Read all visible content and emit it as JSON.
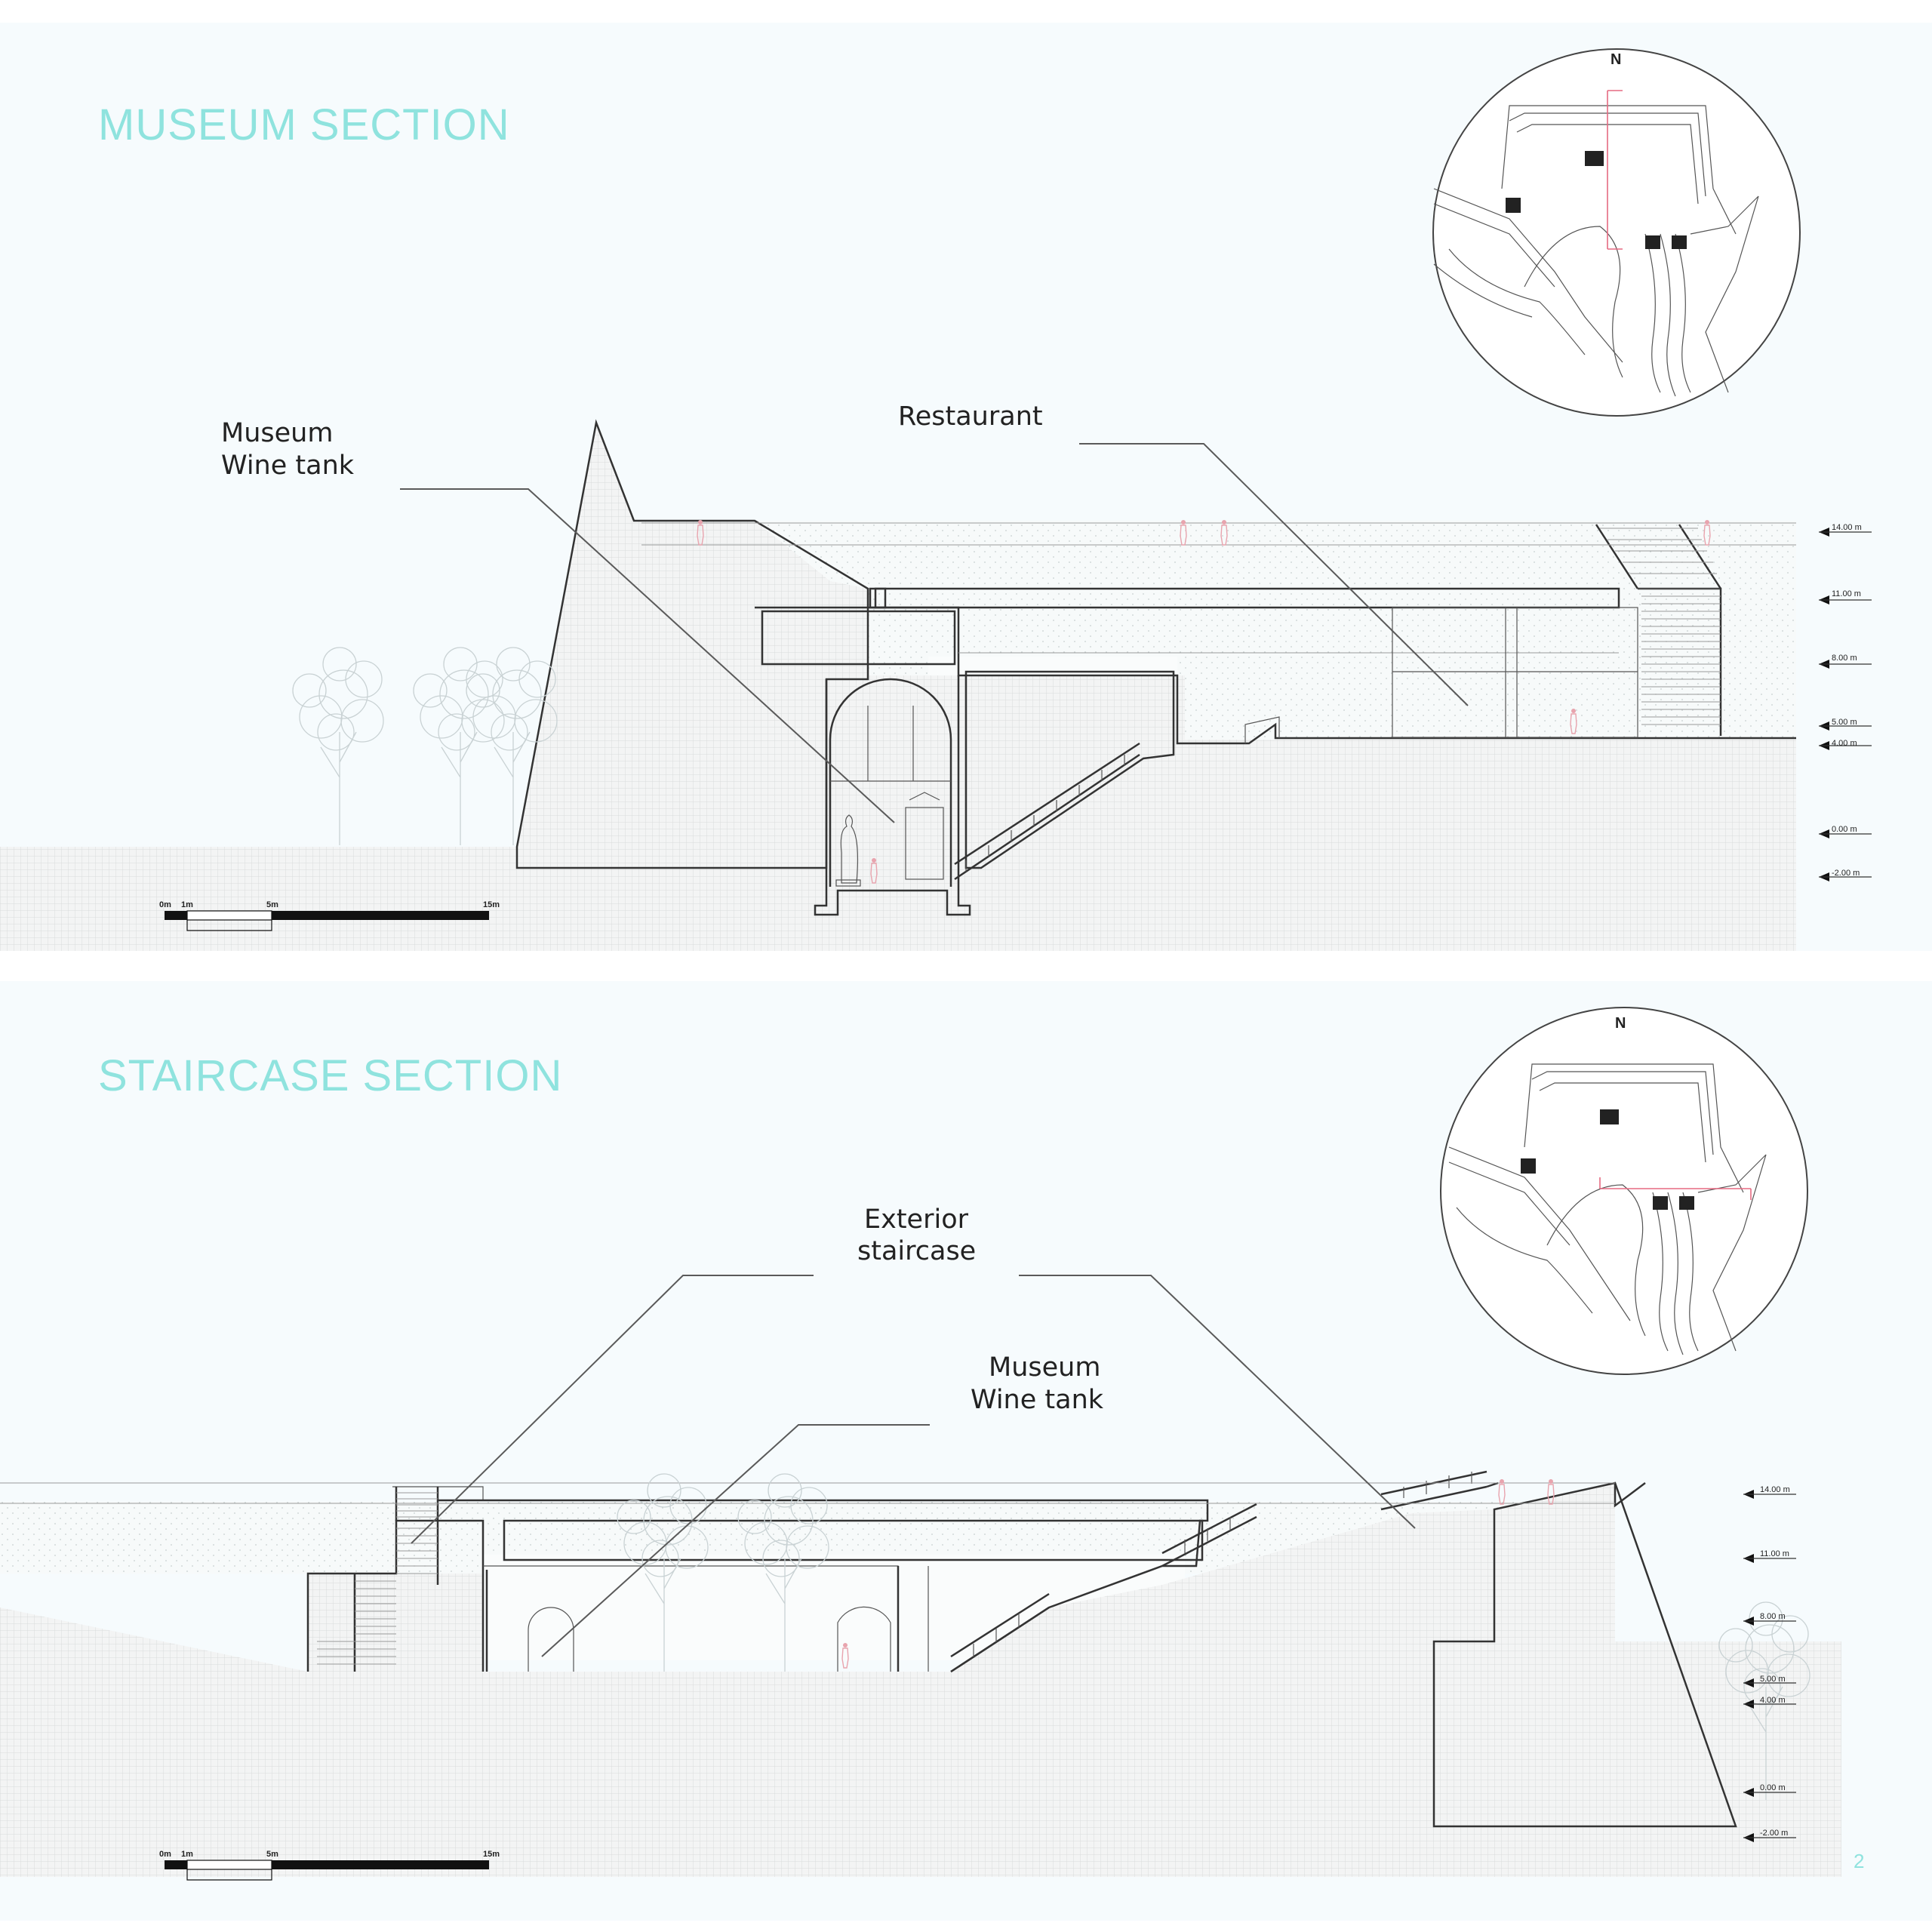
{
  "colors": {
    "sky": "#f6fbfd",
    "accent": "#8fe3de",
    "person": "#e8a4ae",
    "ground": "url-free-pattern-grey",
    "line": "#333333"
  },
  "museum_section": {
    "title": "MUSEUM SECTION",
    "labels": {
      "museum_line1": "Museum",
      "museum_line2": "Wine tank",
      "restaurant": "Restaurant"
    },
    "north": "N",
    "levels": [
      "14.00 m",
      "11.00 m",
      "8.00 m",
      "5.00 m",
      "4.00 m",
      "0.00 m",
      "-2.00 m"
    ],
    "scale": [
      "0m",
      "1m",
      "5m",
      "15m"
    ]
  },
  "staircase_section": {
    "title": "STAIRCASE SECTION",
    "labels": {
      "stair_line1": "Exterior",
      "stair_line2": "staircase",
      "museum_line1": "Museum",
      "museum_line2": "Wine tank"
    },
    "north": "N",
    "levels": [
      "14.00 m",
      "11.00 m",
      "8.00 m",
      "5.00 m",
      "4.00 m",
      "0.00 m",
      "-2.00 m"
    ],
    "scale": [
      "0m",
      "1m",
      "5m",
      "15m"
    ]
  },
  "page_number": "2"
}
